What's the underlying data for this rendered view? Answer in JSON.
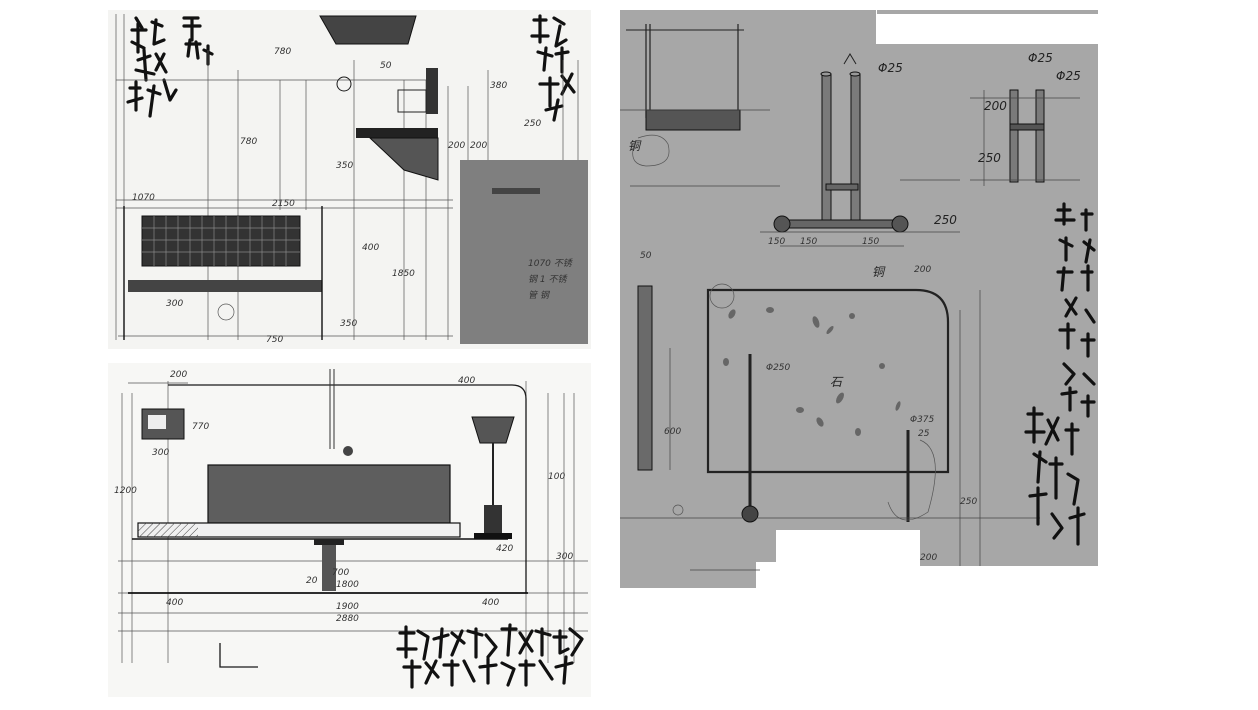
{
  "panels": {
    "top_left": {
      "dimensions": [
        "780",
        "50",
        "780",
        "2150",
        "1070",
        "380",
        "200",
        "200",
        "250",
        "350",
        "400",
        "1850",
        "300",
        "350",
        "750"
      ],
      "note_lines": [
        "1070 不锈",
        "钢 1 不锈",
        "管 钢"
      ]
    },
    "bottom_left": {
      "dimensions": [
        "200",
        "770",
        "300",
        "1200",
        "420",
        "700",
        "1800",
        "20",
        "2880",
        "400",
        "300",
        "1900",
        "400",
        "400",
        "100"
      ]
    },
    "right": {
      "dimensions": [
        "Φ25",
        "Φ25",
        "Φ25",
        "200",
        "250",
        "150",
        "150",
        "150",
        "250",
        "50",
        "600",
        "Φ250",
        "Φ375",
        "25",
        "200",
        "250",
        "200"
      ],
      "labels": [
        "铜",
        "铜",
        "石"
      ]
    }
  }
}
